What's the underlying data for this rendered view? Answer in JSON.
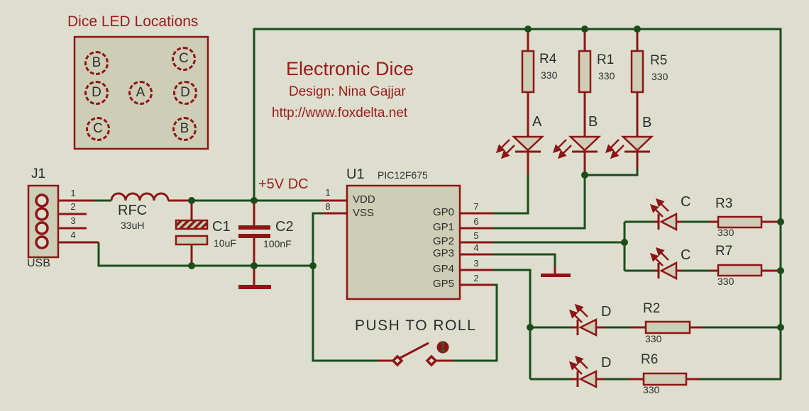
{
  "colors": {
    "background": "#dedecf",
    "component_fill": "#cecdb6",
    "component_maroon": "#8d1515",
    "heading_red": "#9c1a1a",
    "wire_green": "#1b4d1b",
    "label_dark": "#2d2d2d"
  },
  "legend": {
    "title": "Dice LED Locations",
    "positions": [
      "B",
      "C",
      "D",
      "A",
      "D",
      "C",
      "B"
    ]
  },
  "title_block": {
    "title": "Electronic Dice",
    "designer": "Design: Nina Gajjar",
    "website": "http://www.foxdelta.net"
  },
  "power_label": "+5V DC",
  "connector": {
    "ref": "J1",
    "type_label": "USB",
    "pin_numbers": [
      "1",
      "2",
      "3",
      "4"
    ]
  },
  "inductor": {
    "ref": "RFC",
    "value": "33uH"
  },
  "capacitors": [
    {
      "ref": "C1",
      "value": "10uF"
    },
    {
      "ref": "C2",
      "value": "100nF"
    }
  ],
  "ic": {
    "ref": "U1",
    "part": "PIC12F675",
    "left_pins": [
      {
        "num": "1",
        "name": "VDD"
      },
      {
        "num": "8",
        "name": "VSS"
      }
    ],
    "right_pins": [
      {
        "num": "7",
        "name": "GP0"
      },
      {
        "num": "6",
        "name": "GP1"
      },
      {
        "num": "5",
        "name": "GP2"
      },
      {
        "num": "4",
        "name": "GP3"
      },
      {
        "num": "3",
        "name": "GP4"
      },
      {
        "num": "2",
        "name": "GP5"
      }
    ]
  },
  "resistors": [
    {
      "ref": "R4",
      "value": "330"
    },
    {
      "ref": "R1",
      "value": "330"
    },
    {
      "ref": "R5",
      "value": "330"
    },
    {
      "ref": "R3",
      "value": "330"
    },
    {
      "ref": "R7",
      "value": "330"
    },
    {
      "ref": "R2",
      "value": "330"
    },
    {
      "ref": "R6",
      "value": "330"
    }
  ],
  "led_labels": [
    "A",
    "B",
    "B",
    "C",
    "C",
    "D",
    "D"
  ],
  "button": {
    "label": "PUSH TO ROLL"
  }
}
